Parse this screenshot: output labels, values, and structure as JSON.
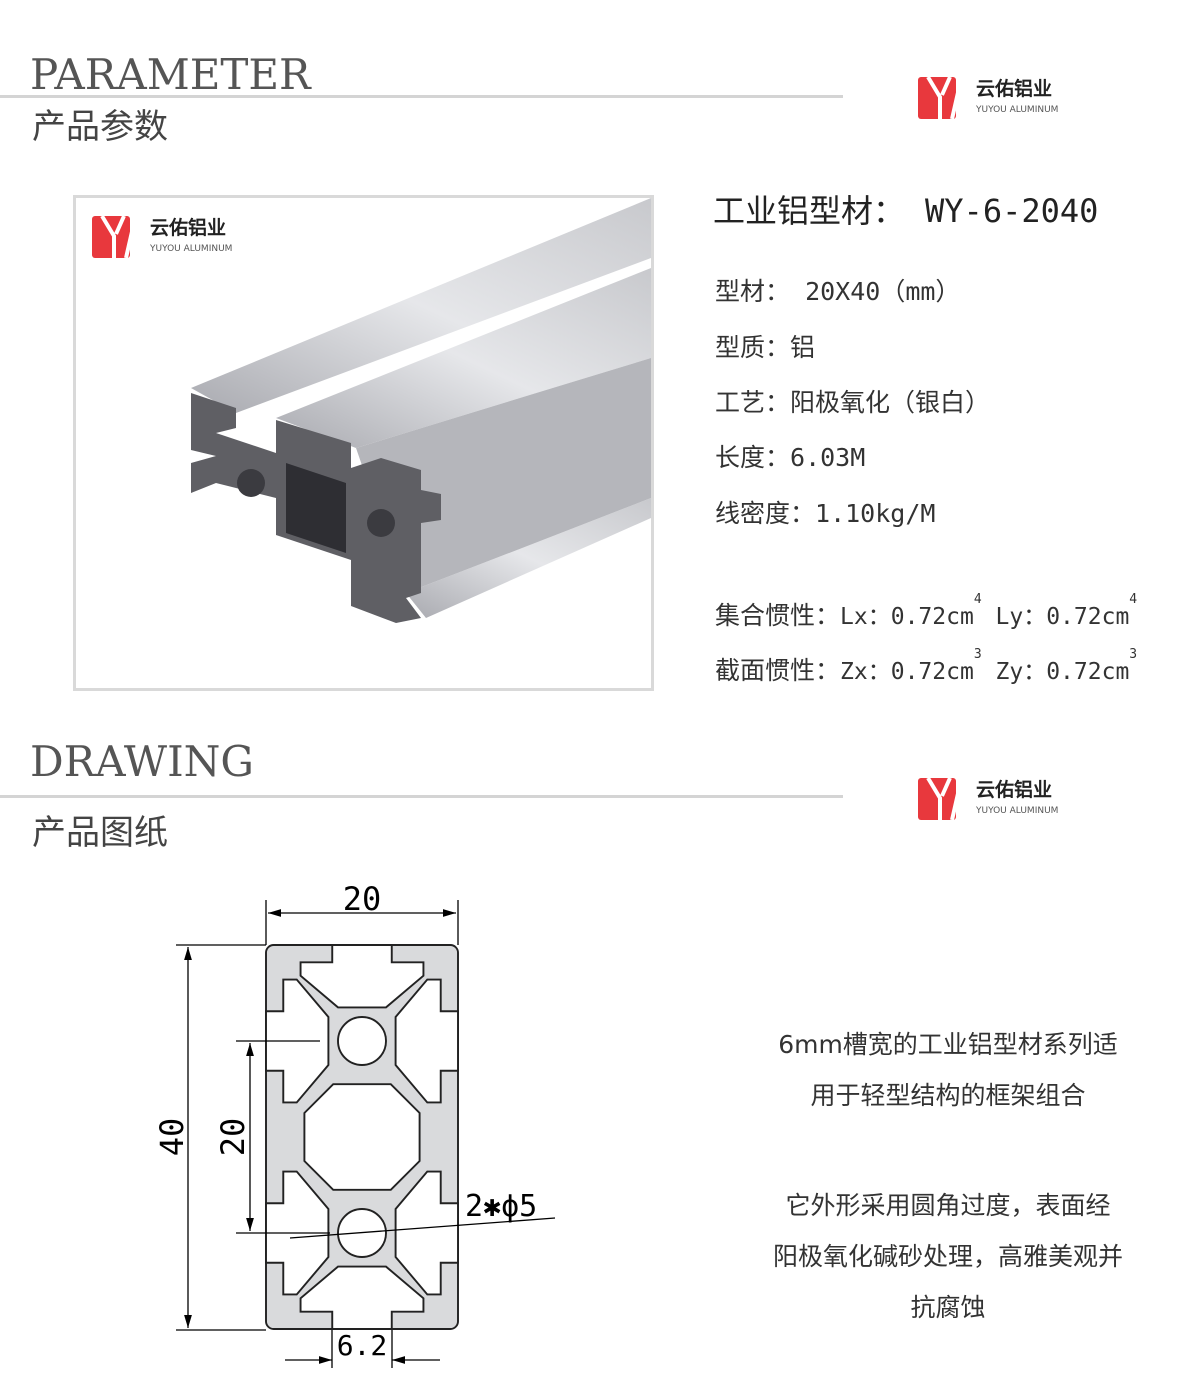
{
  "logo": {
    "brand_cn": "云佑铝业",
    "brand_en": "YUYOU ALUMINUM",
    "color": "#e8383d"
  },
  "parameter_section": {
    "title_en": "PARAMETER",
    "title_cn": "产品参数"
  },
  "product": {
    "title_label": "工业铝型材：",
    "model": "WY-6-2040",
    "specs": [
      {
        "label": "型材：",
        "value": " 20X40（mm）"
      },
      {
        "label": "型质：",
        "value": "铝"
      },
      {
        "label": "工艺：",
        "value": "阳极氧化（银白）"
      },
      {
        "label": "长度：",
        "value": "6.03M"
      },
      {
        "label": "线密度：",
        "value": "1.10kg/M"
      }
    ],
    "inertia": {
      "label": "集合惯性：",
      "lx_label": "Lx：",
      "lx": "0.72cm",
      "lx_exp": "4",
      "ly_label": "Ly：",
      "ly": "0.72cm",
      "ly_exp": "4"
    },
    "section_modulus": {
      "label": "截面惯性：",
      "zx_label": "Zx：",
      "zx": "0.72cm",
      "zx_exp": "3",
      "zy_label": "Zy：",
      "zy": "0.72cm",
      "zy_exp": "3"
    }
  },
  "drawing_section": {
    "title_en": "DRAWING",
    "title_cn": "产品图纸"
  },
  "drawing": {
    "dim_width": "20",
    "dim_height": "40",
    "dim_pitch": "20",
    "dim_hole": "2✱ϕ5",
    "dim_slot": "6.2"
  },
  "description": {
    "lines_1": [
      "6mm槽宽的工业铝型材系列适",
      "用于轻型结构的框架组合"
    ],
    "lines_2": [
      "它外形采用圆角过度，表面经",
      "阳极氧化碱砂处理，高雅美观并",
      "抗腐蚀"
    ]
  }
}
